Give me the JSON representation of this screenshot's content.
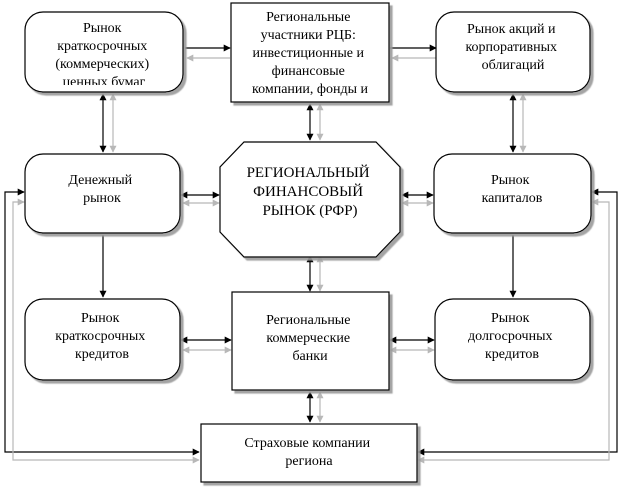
{
  "diagram": {
    "center": {
      "lines": [
        "РЕГИОНАЛЬНЫЙ",
        "ФИНАНСОВЫЙ",
        "РЫНОК (РФР)"
      ]
    },
    "boxes": {
      "short_term_paper": {
        "lines": [
          "Рынок",
          "краткосрочных",
          "(коммерческих)",
          "ценных бумаг"
        ]
      },
      "regional_participants": {
        "lines": [
          "Региональные",
          "участники РЦБ:",
          "инвестиционные и",
          "финансовые",
          "компании, фонды и"
        ]
      },
      "stocks_bonds": {
        "lines": [
          "Рынок акций и",
          "корпоративных",
          "облигаций"
        ]
      },
      "money_market": {
        "lines": [
          "Денежный",
          "рынок"
        ]
      },
      "capital_market": {
        "lines": [
          "Рынок",
          "капиталов"
        ]
      },
      "short_term_credit": {
        "lines": [
          "Рынок",
          "краткосрочных",
          "кредитов"
        ]
      },
      "commercial_banks": {
        "lines": [
          "Региональные",
          "коммерческие",
          "банки"
        ]
      },
      "long_term_credit": {
        "lines": [
          "Рынок",
          "долгосрочных",
          "кредитов"
        ]
      },
      "insurance": {
        "lines": [
          "Страховые компании",
          "региона"
        ]
      }
    }
  }
}
